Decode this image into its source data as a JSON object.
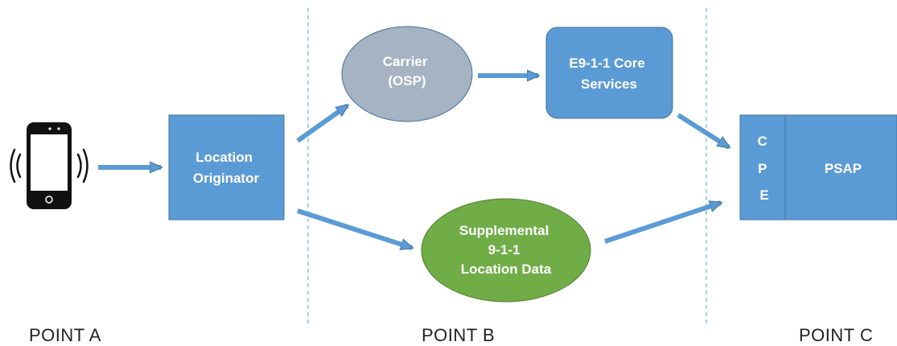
{
  "nodes": {
    "location_originator": {
      "lines": [
        "Location",
        "Originator"
      ]
    },
    "carrier": {
      "lines": [
        "Carrier",
        "(OSP)"
      ]
    },
    "core_services": {
      "lines": [
        "E9-1-1 Core",
        "Services"
      ]
    },
    "supplemental": {
      "lines": [
        "Supplemental",
        "9-1-1",
        "Location Data"
      ]
    },
    "cpe": {
      "letters": [
        "C",
        "P",
        "E"
      ]
    },
    "psap": {
      "label": "PSAP"
    }
  },
  "points": {
    "a": "POINT A",
    "b": "POINT B",
    "c": "POINT C"
  },
  "icons": {
    "phone": "smartphone-icon",
    "signal": "signal-waves-icon"
  },
  "colors": {
    "box_blue": "#5b9bd5",
    "box_border": "#41719c",
    "carrier_gray": "#a6b3c3",
    "supplemental_green": "#70ad47",
    "arrow": "#5b9bd5",
    "divider": "#5b9bd5"
  }
}
